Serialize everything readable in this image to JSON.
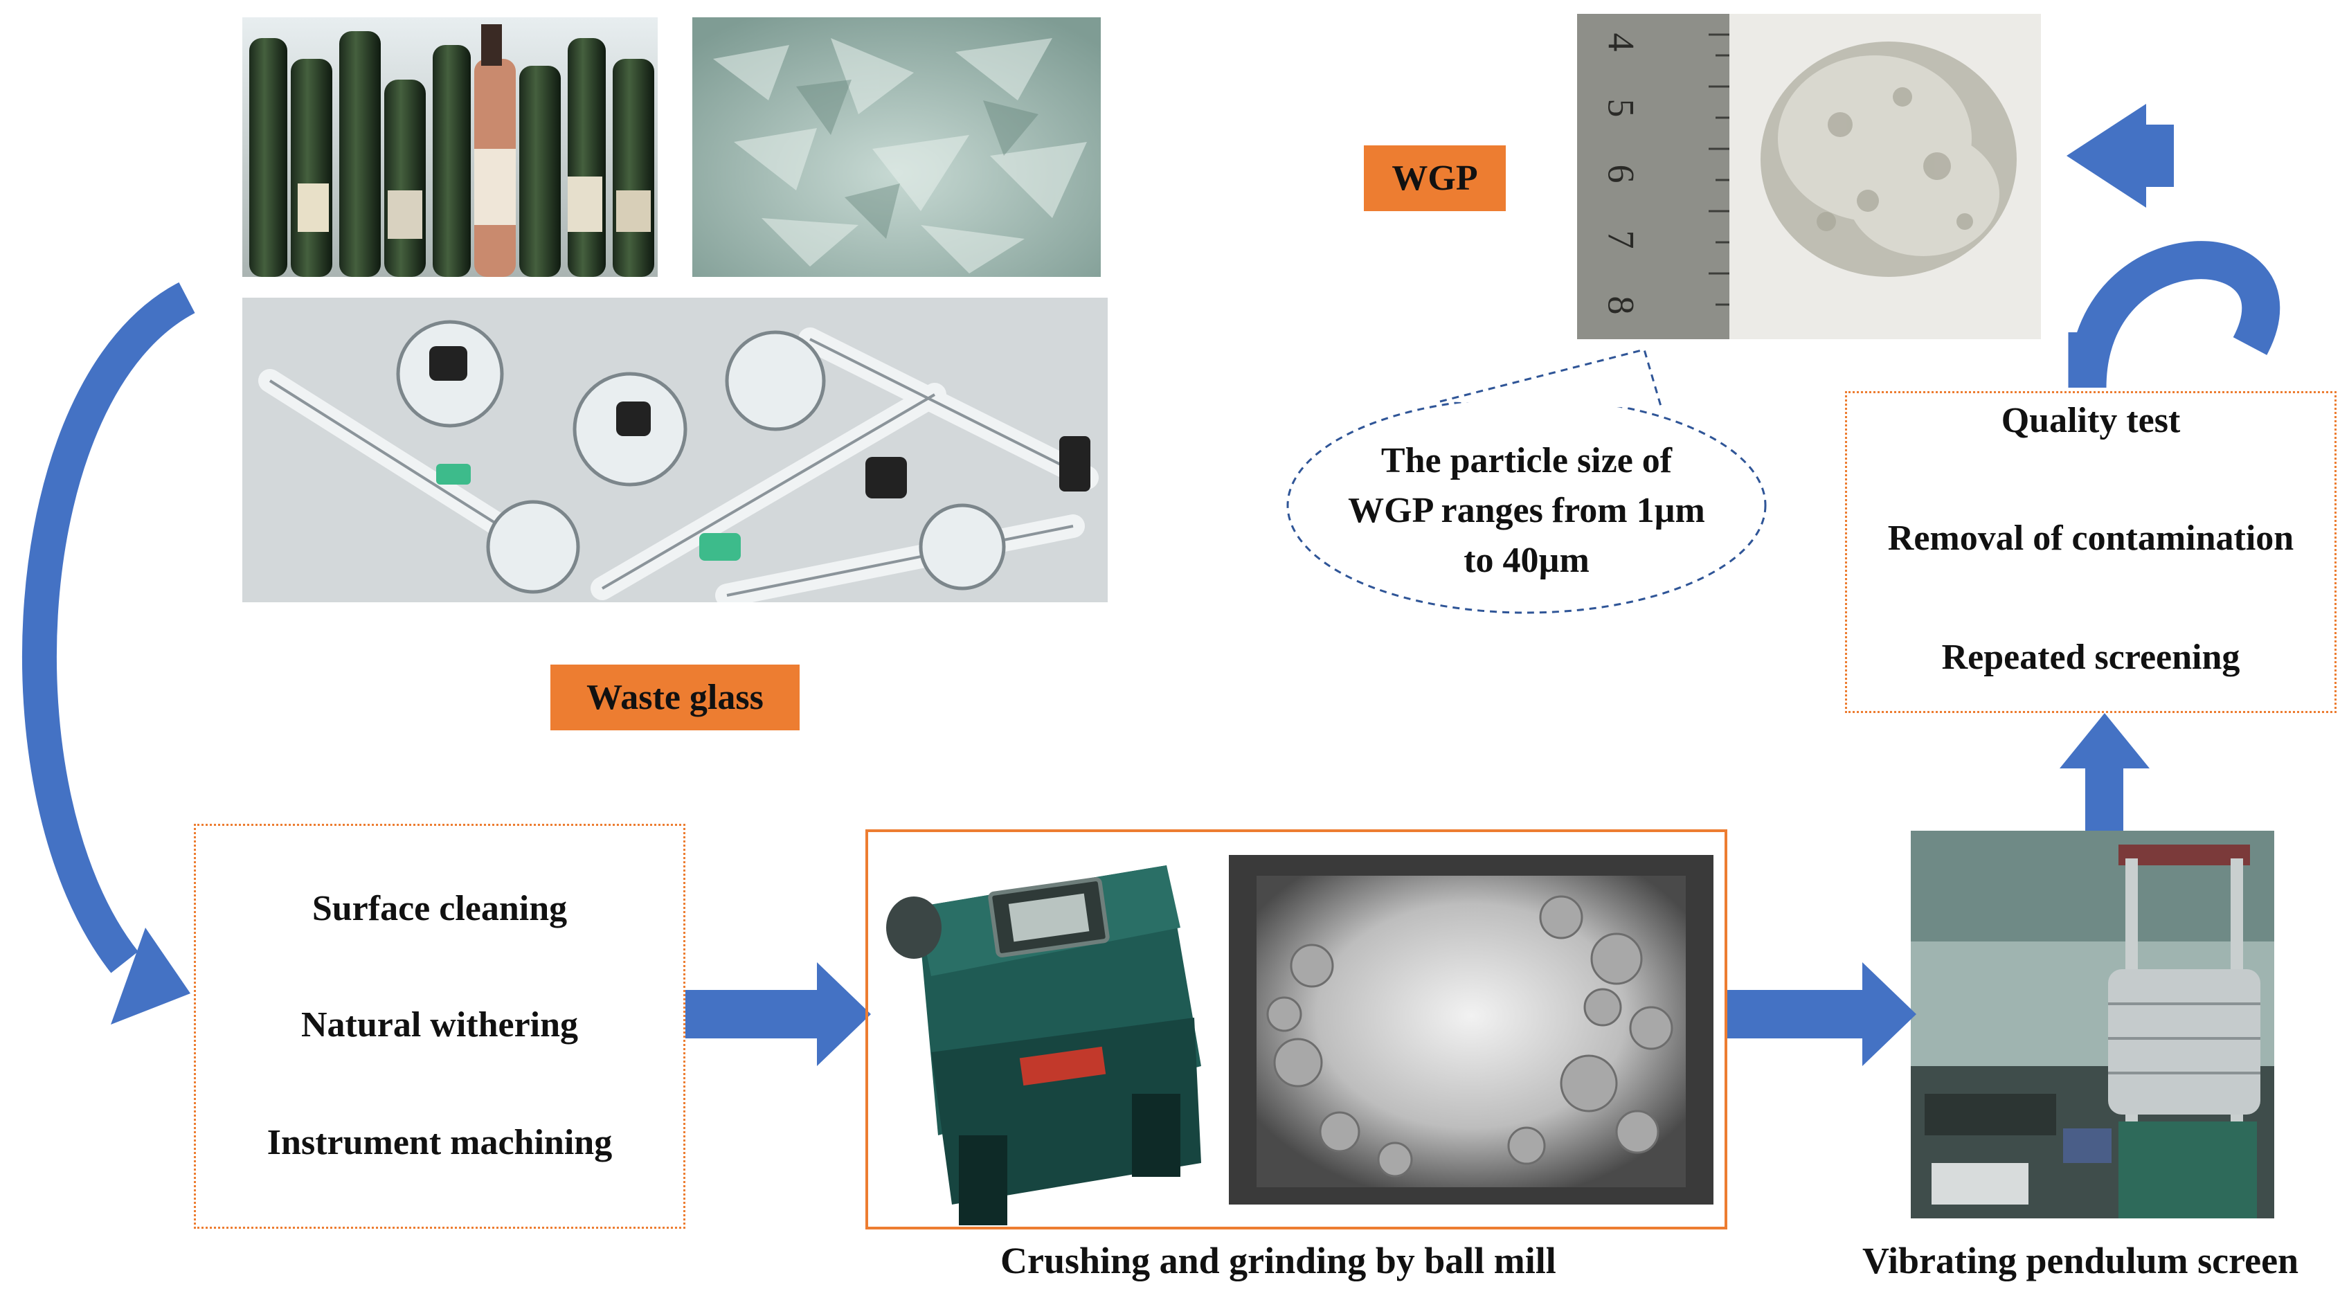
{
  "labels": {
    "waste_glass": "Waste glass",
    "wgp": "WGP",
    "particle_note": [
      "The particle size of",
      "WGP ranges from 1µm",
      "to 40µm"
    ],
    "ball_mill": "Crushing and grinding by ball mill",
    "pendulum_screen": "Vibrating pendulum screen"
  },
  "pretreatment_steps": [
    "Surface cleaning",
    "Natural withering",
    "Instrument machining"
  ],
  "quality_steps": [
    "Quality test",
    "Removal of contamination",
    "Repeated screening"
  ],
  "ruler_numbers": [
    "4",
    "5",
    "6",
    "7",
    "8"
  ],
  "photos": [
    "glass-bottles-photo",
    "glass-shards-photo",
    "medical-glass-photo",
    "wgp-powder-photo",
    "ball-mill-machine-photo",
    "ball-mill-interior-photo",
    "pendulum-screen-photo"
  ],
  "colors": {
    "arrow": "#4472c4",
    "tag": "#ed7d31",
    "dotted_border": "#ed7d31",
    "bubble_border": "#2f5597"
  }
}
